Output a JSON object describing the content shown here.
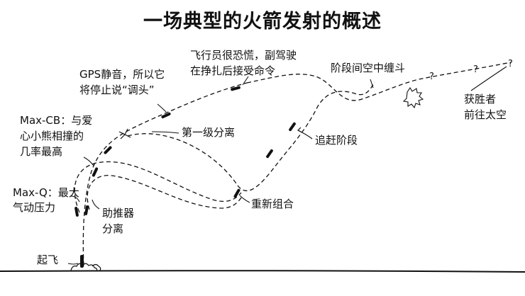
{
  "title": "一场典型的火箭发射的概述",
  "labels": {
    "liftoff": "起飞",
    "maxq_1": "Max-Q：最大",
    "maxq_2": "气动压力",
    "booster_1": "助推器",
    "booster_2": "分离",
    "maxcb_1": "Max-CB：与爱",
    "maxcb_2": "心小熊相撞的",
    "maxcb_3": "几率最高",
    "gps_1": "GPS静音，所以它",
    "gps_2": "将停止说“调头”",
    "stage1": "第一级分离",
    "regroup": "重新组合",
    "chase": "追赶阶段",
    "pilot_1": "飞行员很恐慌，副驾驶",
    "pilot_2": "在挣扎后接受命令",
    "midair": "阶段间空中缠斗",
    "winner_1": "获胜者",
    "winner_2": "前往太空"
  },
  "question_mark": "?"
}
